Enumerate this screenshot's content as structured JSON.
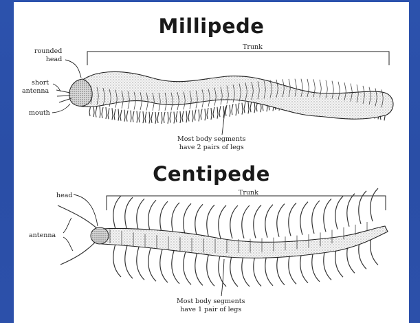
{
  "millipede": {
    "title": "Millipede",
    "trunk_label": "Trunk",
    "head_label_line1": "rounded",
    "head_label_line2": "head",
    "antenna_label_line1": "short",
    "antenna_label_line2": "antenna",
    "mouth_label": "mouth",
    "segments_line1": "Most body segments",
    "segments_line2": "have 2 pairs of legs"
  },
  "centipede": {
    "title": "Centipede",
    "trunk_label": "Trunk",
    "head_label": "head",
    "antenna_label": "antenna",
    "segments_line1": "Most body segments",
    "segments_line2": "have 1 pair of legs"
  }
}
